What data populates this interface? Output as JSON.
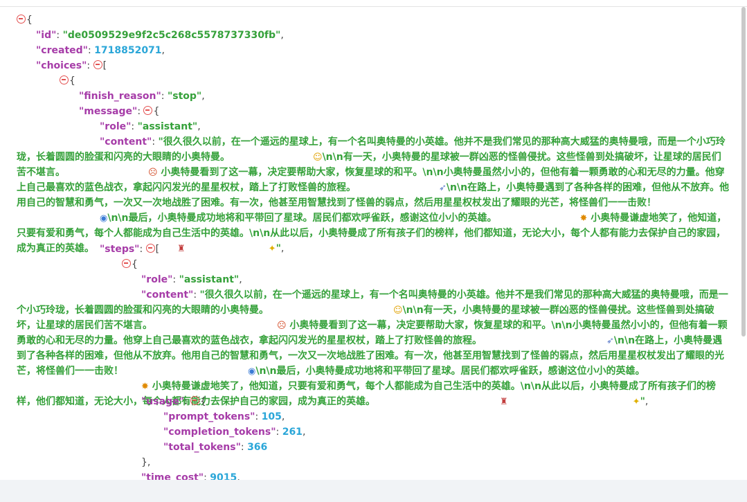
{
  "json": {
    "id_key": "\"id\"",
    "id_val": "\"de0509529e9f2c5c268c5578737330fb\"",
    "created_key": "\"created\"",
    "created_val": "1718852071",
    "choices_key": "\"choices\"",
    "finish_reason_key": "\"finish_reason\"",
    "finish_reason_val": "\"stop\"",
    "message_key": "\"message\"",
    "role_key": "\"role\"",
    "role_val": "\"assistant\"",
    "content_key": "\"content\"",
    "content_parts": [
      "\"很久很久以前，在一个遥远的星球上，有一个名叫奥特曼的小英雄。他并不是我们常见的那种高大威猛的奥特曼哦，而是一个小巧玲珑，长着圆圆的脸蛋和闪亮的大眼睛的小奥特曼。",
      "\\n\\n有一天，小奥特曼的星球被一群凶恶的怪兽侵扰。这些怪兽到处搞破坏，让星球的居民们苦不堪言。",
      " 小奥特曼看到了这一幕，决定要帮助大家，恢复星球的和平。\\n\\n小奥特曼虽然小小的，但他有着一颗勇敢的心和无尽的力量。他穿上自己最喜欢的蓝色战衣，拿起闪闪发光的星星权杖，踏上了打败怪兽的旅程。",
      "\\n\\n在路上，小奥特曼遇到了各种各样的困难，但他从不放弃。他用自己的智慧和勇气，一次又一次地战胜了困难。有一次，他甚至用智慧找到了怪兽的弱点，然后用星星权杖发出了耀眼的光芒，将怪兽们一一击败！",
      "\\n\\n最后，小奥特曼成功地将和平带回了星球。居民们都欢呼雀跃，感谢这位小小的英雄。",
      " 小奥特曼谦虚地笑了，他知道，只要有爱和勇气，每个人都能成为自己生活中的英雄。\\n\\n从此以后，小奥特曼成了所有孩子们的榜样，他们都知道，无论大小，每个人都有能力去保护自己的家园，成为真正的英雄。",
      "\""
    ],
    "steps_key": "\"steps\"",
    "usage_key": "\"usage\"",
    "prompt_tokens_key": "\"prompt_tokens\"",
    "prompt_tokens_val": "105",
    "completion_tokens_key": "\"completion_tokens\"",
    "completion_tokens_val": "261",
    "total_tokens_key": "\"total_tokens\"",
    "total_tokens_val": "366",
    "time_cost_key": "\"time_cost\"",
    "time_cost_val": "9015"
  },
  "punct": {
    "open_brace": "{",
    "open_bracket": "[",
    "close_brace_comma": "},",
    "colon": ": ",
    "comma": ","
  },
  "emoji": {
    "baby": "☺",
    "sad": "☹",
    "rocket": "➶",
    "ufo": "◉",
    "sparkle": "✸",
    "castle": "♜",
    "stars": "✦"
  }
}
